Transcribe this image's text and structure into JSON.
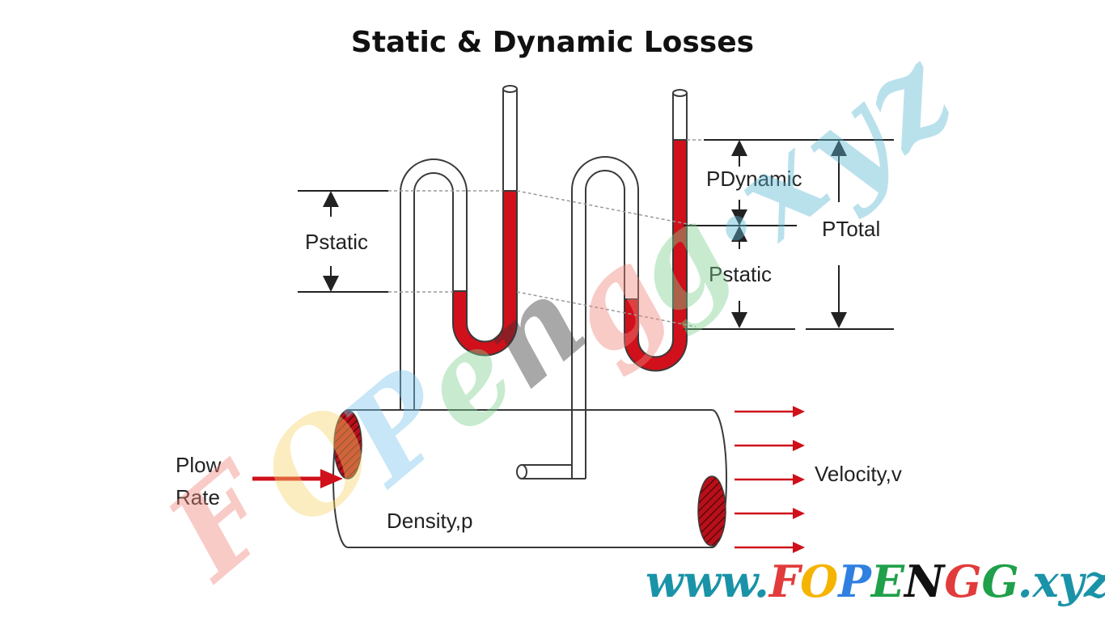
{
  "title": "Static & Dynamic Losses",
  "labels": {
    "pstatic_left": "Pstatic",
    "pdynamic": "PDynamic",
    "pstatic_right": "Pstatic",
    "ptotal": "PTotal",
    "flow_line1": "Plow",
    "flow_line2": "Rate",
    "density": "Density,p",
    "velocity": "Velocity,v"
  },
  "watermark": {
    "diagonal_letters": [
      "F",
      "O",
      "P",
      "e",
      "n",
      "g",
      "g",
      ".",
      "x",
      "y",
      "z"
    ],
    "url_parts": [
      "www.",
      "F",
      "O",
      "P",
      "E",
      "N",
      "G",
      "G",
      ".xyz"
    ]
  },
  "colors": {
    "fluid": "#d0101b",
    "outline": "#3a3a3a",
    "url_teal": "#1a93a8",
    "url_red": "#e23b3b",
    "url_yellow": "#f5b400",
    "url_blue": "#2f80e0",
    "url_green": "#20a04a",
    "url_black": "#111111"
  }
}
